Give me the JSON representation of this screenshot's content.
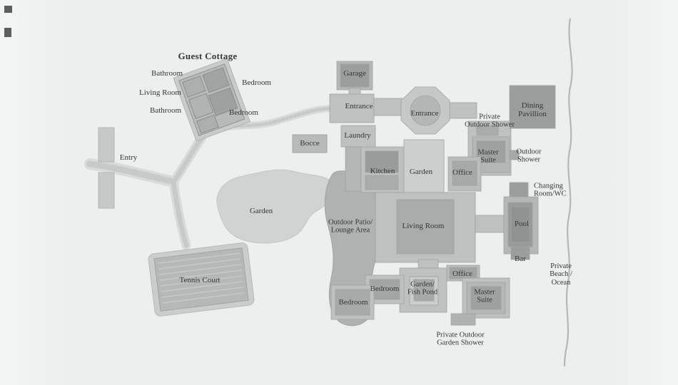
{
  "colors": {
    "background": "#ecefee",
    "building_base": "#bdc1c0",
    "room_dark": "#a2a6a5",
    "feature_dark": "#9a9e9d",
    "path_gray": "#d8dbda",
    "garden_green_gray": "#cfd3d2",
    "shoreline": "#b3b7b6",
    "text": "#333836"
  },
  "labels": {
    "guest_cottage_title": "Guest Cottage",
    "cottage_bathroom_top": "Bathroom",
    "cottage_bedroom_top": "Bedroom",
    "cottage_living_room": "Living Room",
    "cottage_bathroom_bottom": "Bathroom",
    "cottage_bedroom_bottom": "Bedroom",
    "entry": "Entry",
    "garage": "Garage",
    "entrance_west": "Entrance",
    "entrance_center": "Entrance",
    "laundry": "Laundry",
    "bocce": "Bocce",
    "kitchen": "Kitchen",
    "courtyard_garden": "Garden",
    "office_upper": "Office",
    "private_outdoor_shower": "Private\nOutdoor Shower",
    "master_suite_upper": "Master\nSuite",
    "outdoor_shower": "Outdoor\nShower",
    "dining_pavillion": "Dining\nPavillion",
    "changing_room_wc": "Changing\nRoom/WC",
    "garden_grounds": "Garden",
    "outdoor_patio": "Outdoor Patio/\nLounge Area",
    "living_room_main": "Living Room",
    "pool": "Pool",
    "bar": "Bar",
    "private_beach": "Private\nBeach /\nOcean",
    "tennis_court": "Tennis Court",
    "bedroom_mid": "Bedroom",
    "bedroom_lower": "Bedroom",
    "garden_fish_pond": "Garden/\nFish Pond",
    "office_lower": "Office",
    "master_suite_lower": "Master\nSuite",
    "private_outdoor_garden_shower": "Private Outdoor\nGarden Shower"
  }
}
